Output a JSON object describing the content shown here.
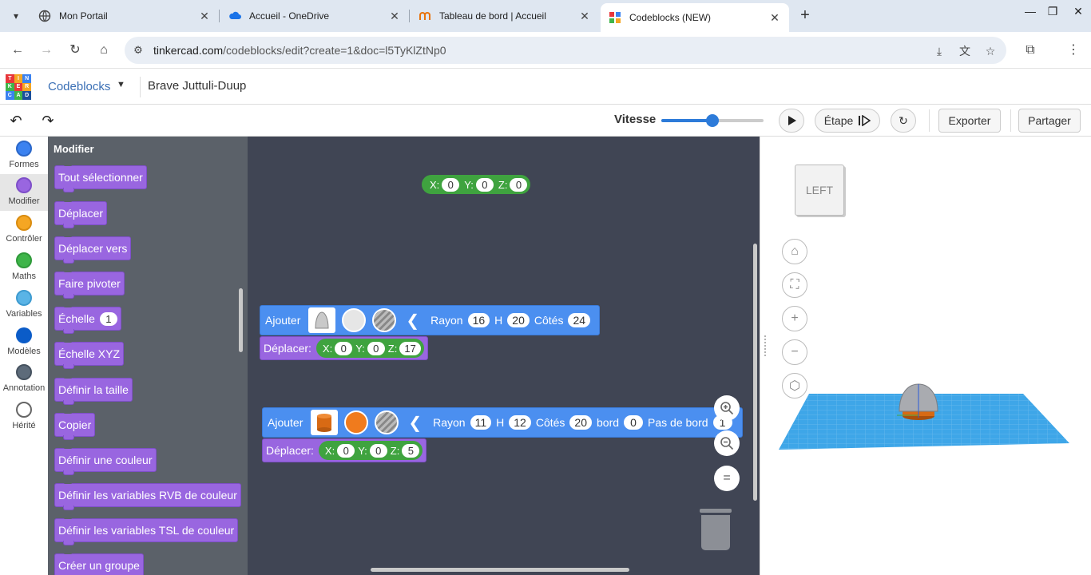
{
  "browser": {
    "tabs": [
      {
        "title": "Mon Portail",
        "active": false
      },
      {
        "title": "Accueil - OneDrive",
        "active": false
      },
      {
        "title": "Tableau de bord | Accueil",
        "active": false
      },
      {
        "title": "Codeblocks (NEW)",
        "active": true
      }
    ],
    "url_host": "tinkercad.com",
    "url_path": "/codeblocks/edit?create=1&doc=l5TyKlZtNp0"
  },
  "header": {
    "logo_letters": [
      "T",
      "I",
      "N",
      "K",
      "E",
      "R",
      "C",
      "A",
      "D"
    ],
    "brand": "Codeblocks",
    "project_name": "Brave Juttuli-Duup"
  },
  "toolbar": {
    "speed_label": "Vitesse",
    "speed_value": 0.5,
    "step_label": "Étape",
    "export_label": "Exporter",
    "share_label": "Partager"
  },
  "categories": [
    {
      "label": "Formes",
      "color": "#3b82f0"
    },
    {
      "label": "Modifier",
      "color": "#9966e0",
      "active": true
    },
    {
      "label": "Contrôler",
      "color": "#f5a623"
    },
    {
      "label": "Maths",
      "color": "#3fb54a"
    },
    {
      "label": "Variables",
      "color": "#5ab4e6"
    },
    {
      "label": "Modèles",
      "color": "#0b5cc8"
    },
    {
      "label": "Annotation",
      "color": "#5d6b7a"
    },
    {
      "label": "Hérité",
      "color": "#ffffff"
    }
  ],
  "flyout": {
    "title": "Modifier",
    "blocks": [
      {
        "label": "Tout sélectionner"
      },
      {
        "label": "Déplacer"
      },
      {
        "label": "Déplacer vers"
      },
      {
        "label": "Faire pivoter"
      },
      {
        "label": "Échelle",
        "value": "1"
      },
      {
        "label": "Échelle XYZ"
      },
      {
        "label": "Définir la taille"
      },
      {
        "label": "Copier"
      },
      {
        "label": "Définir une couleur"
      },
      {
        "label": "Définir les variables RVB de couleur"
      },
      {
        "label": "Définir les variables TSL de couleur"
      },
      {
        "label": "Créer un groupe"
      }
    ]
  },
  "workspace": {
    "xyz_block": {
      "x_label": "X:",
      "x": "0",
      "y_label": "Y:",
      "y": "0",
      "z_label": "Z:",
      "z": "0"
    },
    "add1": {
      "label": "Ajouter",
      "rayon_label": "Rayon",
      "rayon": "16",
      "h_label": "H",
      "h": "20",
      "cotes_label": "Côtés",
      "cotes": "24"
    },
    "move1": {
      "label": "Déplacer:",
      "x_label": "X:",
      "x": "0",
      "y_label": "Y:",
      "y": "0",
      "z_label": "Z:",
      "z": "17"
    },
    "add2": {
      "label": "Ajouter",
      "rayon_label": "Rayon",
      "rayon": "11",
      "h_label": "H",
      "h": "12",
      "cotes_label": "Côtés",
      "cotes": "20",
      "bord_label": "bord",
      "bord": "0",
      "pas_label": "Pas de bord",
      "pas": "1"
    },
    "move2": {
      "label": "Déplacer:",
      "x_label": "X:",
      "x": "0",
      "y_label": "Y:",
      "y": "0",
      "z_label": "Z:",
      "z": "5"
    }
  },
  "viewport": {
    "viewcube_face": "LEFT"
  },
  "colors": {
    "orange": "#f07b1d",
    "shape_blue": "#4b8ff0",
    "modify_purple": "#9966e0",
    "math_green": "#3fa33f",
    "workplane": "#3ea6e8"
  }
}
